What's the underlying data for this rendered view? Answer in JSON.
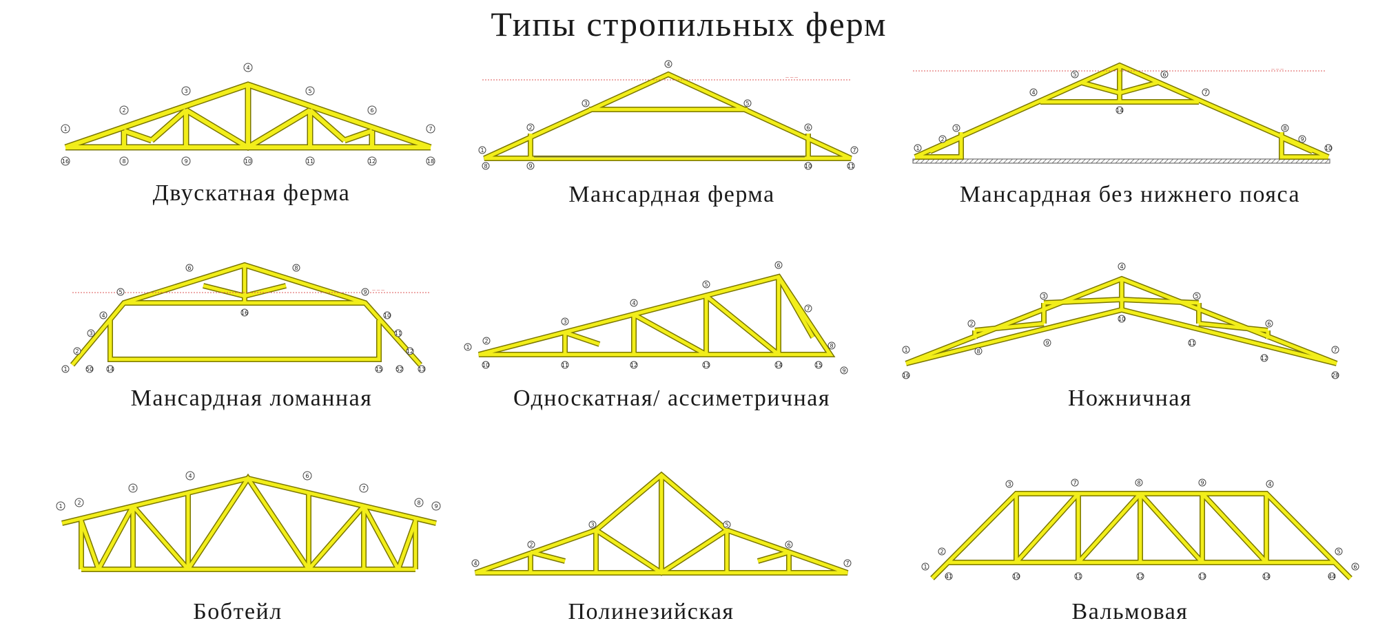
{
  "title": "Типы стропильных ферм",
  "trusses": [
    {
      "id": "gable",
      "caption": "Двускатная ферма"
    },
    {
      "id": "attic",
      "caption": "Мансардная ферма"
    },
    {
      "id": "attic-no-bottom",
      "caption": "Мансардная без нижнего пояса"
    },
    {
      "id": "attic-broken",
      "caption": "Мансардная ломанная"
    },
    {
      "id": "mono",
      "caption": "Односкатная/ ассиметричная"
    },
    {
      "id": "scissor",
      "caption": "Ножничная"
    },
    {
      "id": "bobtail",
      "caption": "Бобтейл"
    },
    {
      "id": "polynesian",
      "caption": "Полинезийская"
    },
    {
      "id": "hip",
      "caption": "Вальмовая"
    }
  ]
}
